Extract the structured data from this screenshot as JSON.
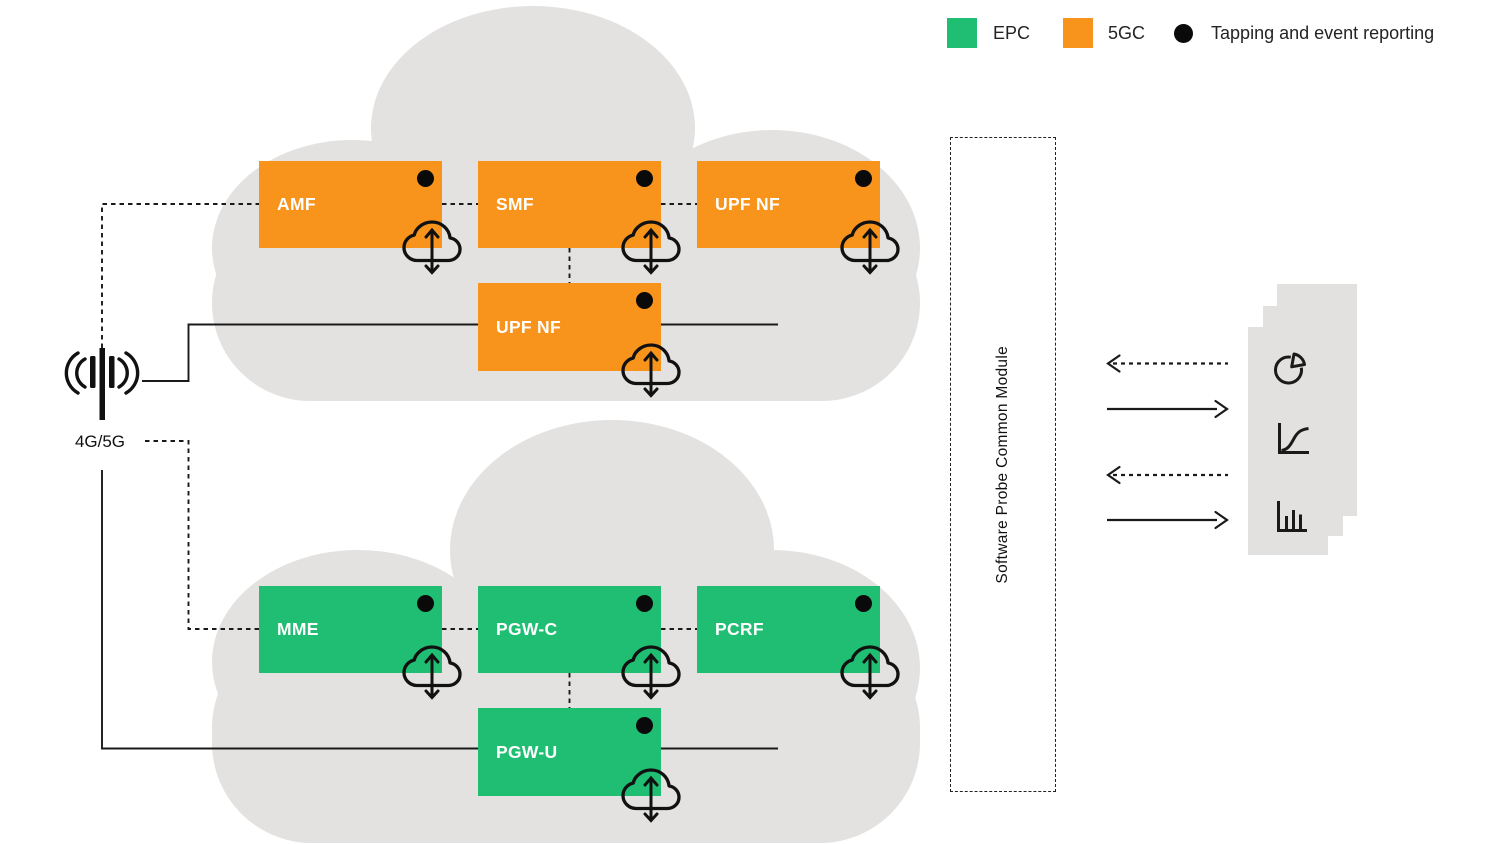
{
  "legend": {
    "items": [
      {
        "label": "EPC",
        "swatch": "square",
        "swatch_color": "#1FBE72"
      },
      {
        "label": "5GC",
        "swatch": "square",
        "swatch_color": "#F8941C"
      },
      {
        "label": "Tapping and event reporting",
        "swatch": "black-dot",
        "swatch_color": "#0a0a0a"
      }
    ]
  },
  "access": {
    "label": "4G/5G",
    "icon": "cell-tower-icon"
  },
  "clouds": {
    "fiveGC": {
      "color": "#F8941C",
      "boxes": [
        {
          "label": "AMF"
        },
        {
          "label": "SMF"
        },
        {
          "label": "UPF NF"
        },
        {
          "label": "UPF NF"
        }
      ]
    },
    "epc": {
      "color": "#1FBE72",
      "boxes": [
        {
          "label": "MME"
        },
        {
          "label": "PGW-C"
        },
        {
          "label": "PCRF"
        },
        {
          "label": "PGW-U"
        }
      ]
    }
  },
  "probe": {
    "label": "Software Probe Common Module"
  },
  "reports": {
    "icons": [
      "pie-chart-icon",
      "line-chart-icon",
      "bar-chart-icon"
    ]
  },
  "flows": [
    {
      "style": "dashed",
      "direction": "left"
    },
    {
      "style": "solid",
      "direction": "right"
    },
    {
      "style": "dashed",
      "direction": "left"
    },
    {
      "style": "solid",
      "direction": "right"
    }
  ],
  "colors": {
    "cloud_gray": "#E3E2E1",
    "card_gray": "#E2E1E0",
    "line": "#1a1a1a"
  }
}
